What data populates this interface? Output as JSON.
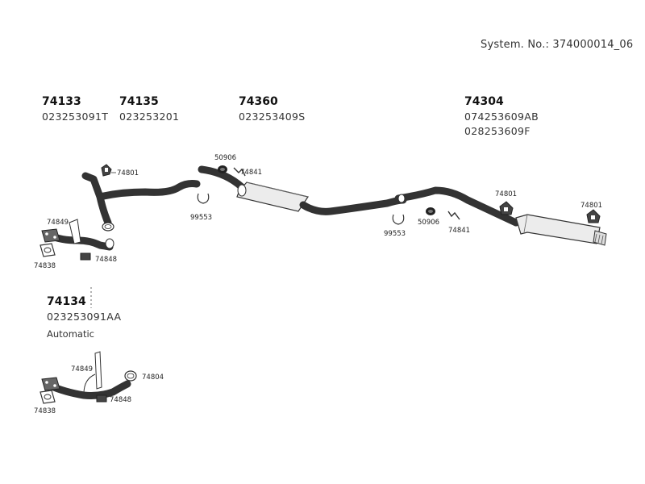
{
  "system_number": "System. No.: 374000014_06",
  "sections": {
    "front_pipe": {
      "part": "74133",
      "oe": "023253091T"
    },
    "intermediate_pipe": {
      "part": "74135",
      "oe": "023253201"
    },
    "centre_silencer": {
      "part": "74360",
      "oe": "023253409S"
    },
    "rear_silencer": {
      "part": "74304",
      "oe_1": "074253609AB",
      "oe_2": "028253609F"
    },
    "automatic_front_pipe": {
      "part": "74134",
      "oe": "023253091AA",
      "note": "Automatic"
    }
  },
  "callouts": {
    "mount_front": "74801",
    "mount_rear_1": "74801",
    "mount_rear_2": "74801",
    "ring_1": "50906",
    "ring_2": "50906",
    "bracket_1": "74841",
    "bracket_2": "74841",
    "clamp_1": "99553",
    "clamp_2": "99553",
    "bracket_front": "74849",
    "gasket_front": "74838",
    "mount_small": "74848",
    "bracket_auto": "74849",
    "gasket_auto": "74838",
    "mount_small_auto": "74848",
    "gasket_ring_auto": "74804"
  }
}
